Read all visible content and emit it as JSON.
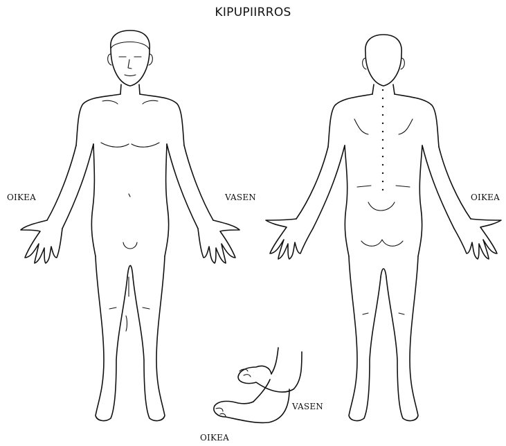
{
  "title": "KIPUPIIRROS",
  "front_view": {
    "label_left": "OIKEA",
    "label_right": "VASEN"
  },
  "back_view": {
    "label_right": "OIKEA"
  },
  "feet_view": {
    "label_right": "VASEN",
    "label_bottom": "OIKEA"
  }
}
